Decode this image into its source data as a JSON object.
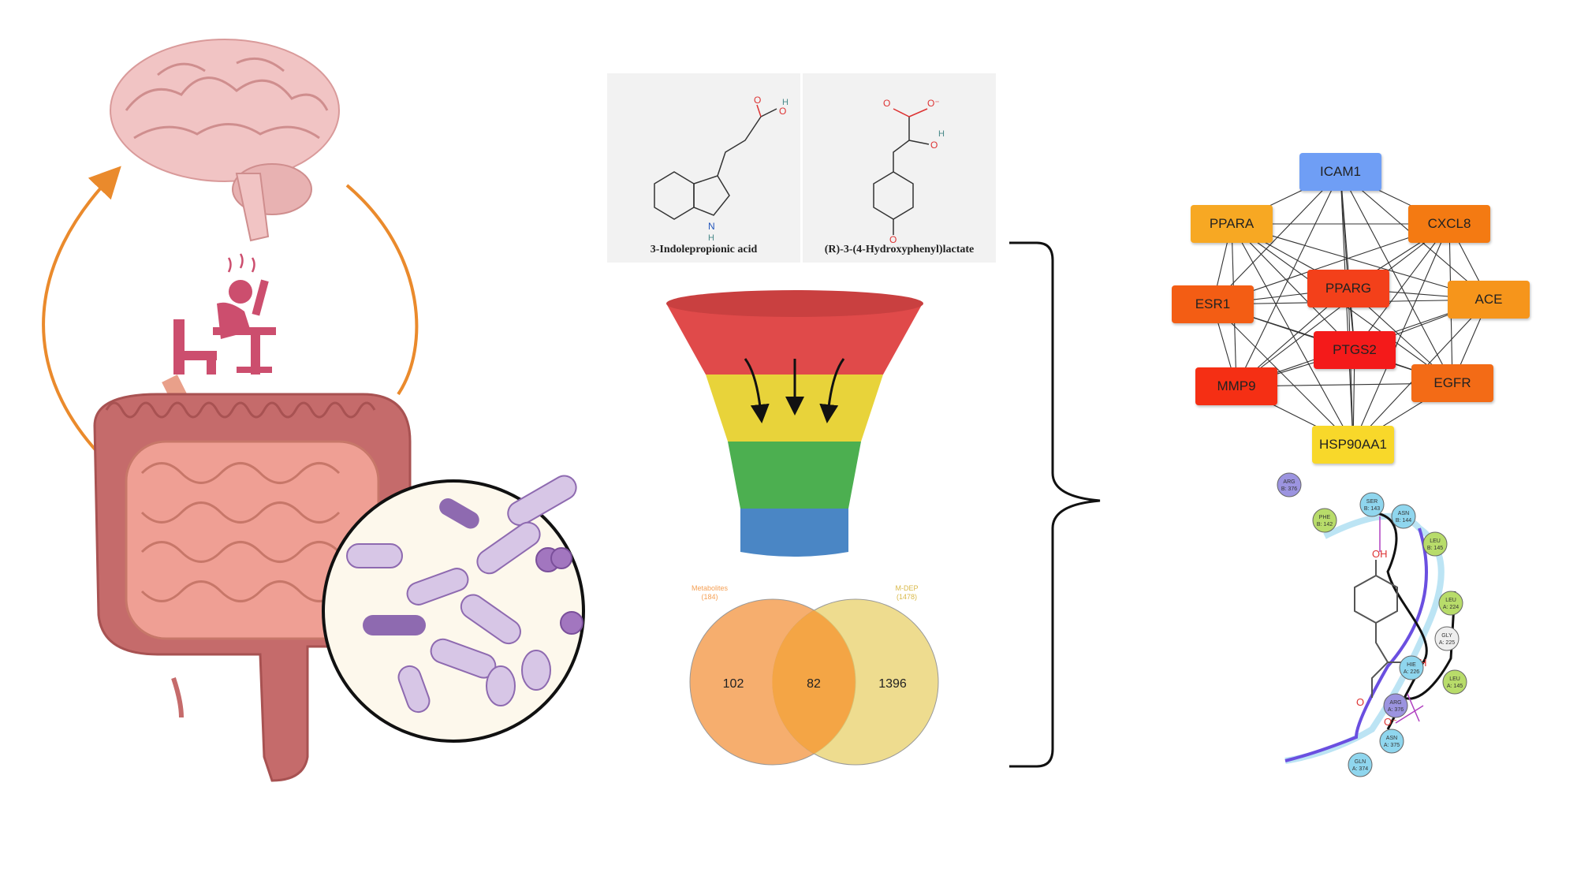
{
  "molecules": [
    {
      "name": "3-Indolepropionic acid"
    },
    {
      "name": "(R)-3-(4-Hydroxyphenyl)lactate"
    }
  ],
  "venn": {
    "left_set": {
      "label": "Metabolites",
      "count_label": "(184)",
      "color": "#f5a055"
    },
    "right_set": {
      "label": "M-DEP",
      "count_label": "(1478)",
      "color": "#e8d06a"
    },
    "left_only": "102",
    "intersection": "82",
    "right_only": "1396"
  },
  "funnel_colors": [
    "#e04a4a",
    "#e8d33a",
    "#4caf50",
    "#4a86c5"
  ],
  "network": {
    "nodes": [
      {
        "id": "ICAM1",
        "color": "#6f9ef5"
      },
      {
        "id": "PPARA",
        "color": "#f7a823"
      },
      {
        "id": "CXCL8",
        "color": "#f47a12"
      },
      {
        "id": "ESR1",
        "color": "#f35d14"
      },
      {
        "id": "PPARG",
        "color": "#f3401a"
      },
      {
        "id": "ACE",
        "color": "#f6951b"
      },
      {
        "id": "PTGS2",
        "color": "#f41a1a"
      },
      {
        "id": "MMP9",
        "color": "#f52f14"
      },
      {
        "id": "EGFR",
        "color": "#f36b16"
      },
      {
        "id": "HSP90AA1",
        "color": "#f8d82a"
      }
    ]
  },
  "interaction": {
    "residues": [
      {
        "label": "ARG B: 376",
        "color": "#9c94e0"
      },
      {
        "label": "SER B: 143",
        "color": "#8fd6ee"
      },
      {
        "label": "PHE B: 142",
        "color": "#b8dc6a"
      },
      {
        "label": "ASN B: 144",
        "color": "#8fd6ee"
      },
      {
        "label": "LEU B: 145",
        "color": "#b8dc6a"
      },
      {
        "label": "LEU A: 224",
        "color": "#b8dc6a"
      },
      {
        "label": "GLY A: 225",
        "color": "#eeeeee"
      },
      {
        "label": "HIE A: 226",
        "color": "#8fd6ee"
      },
      {
        "label": "LEU A: 145",
        "color": "#b8dc6a"
      },
      {
        "label": "ARG A: 376",
        "color": "#9c94e0"
      },
      {
        "label": "ASN A: 375",
        "color": "#8fd6ee"
      },
      {
        "label": "GLN A: 374",
        "color": "#8fd6ee"
      }
    ],
    "atom_labels": {
      "oh_top": "OH",
      "oh_mid": "OH",
      "o": "O",
      "o_minus": "O⁻"
    }
  }
}
